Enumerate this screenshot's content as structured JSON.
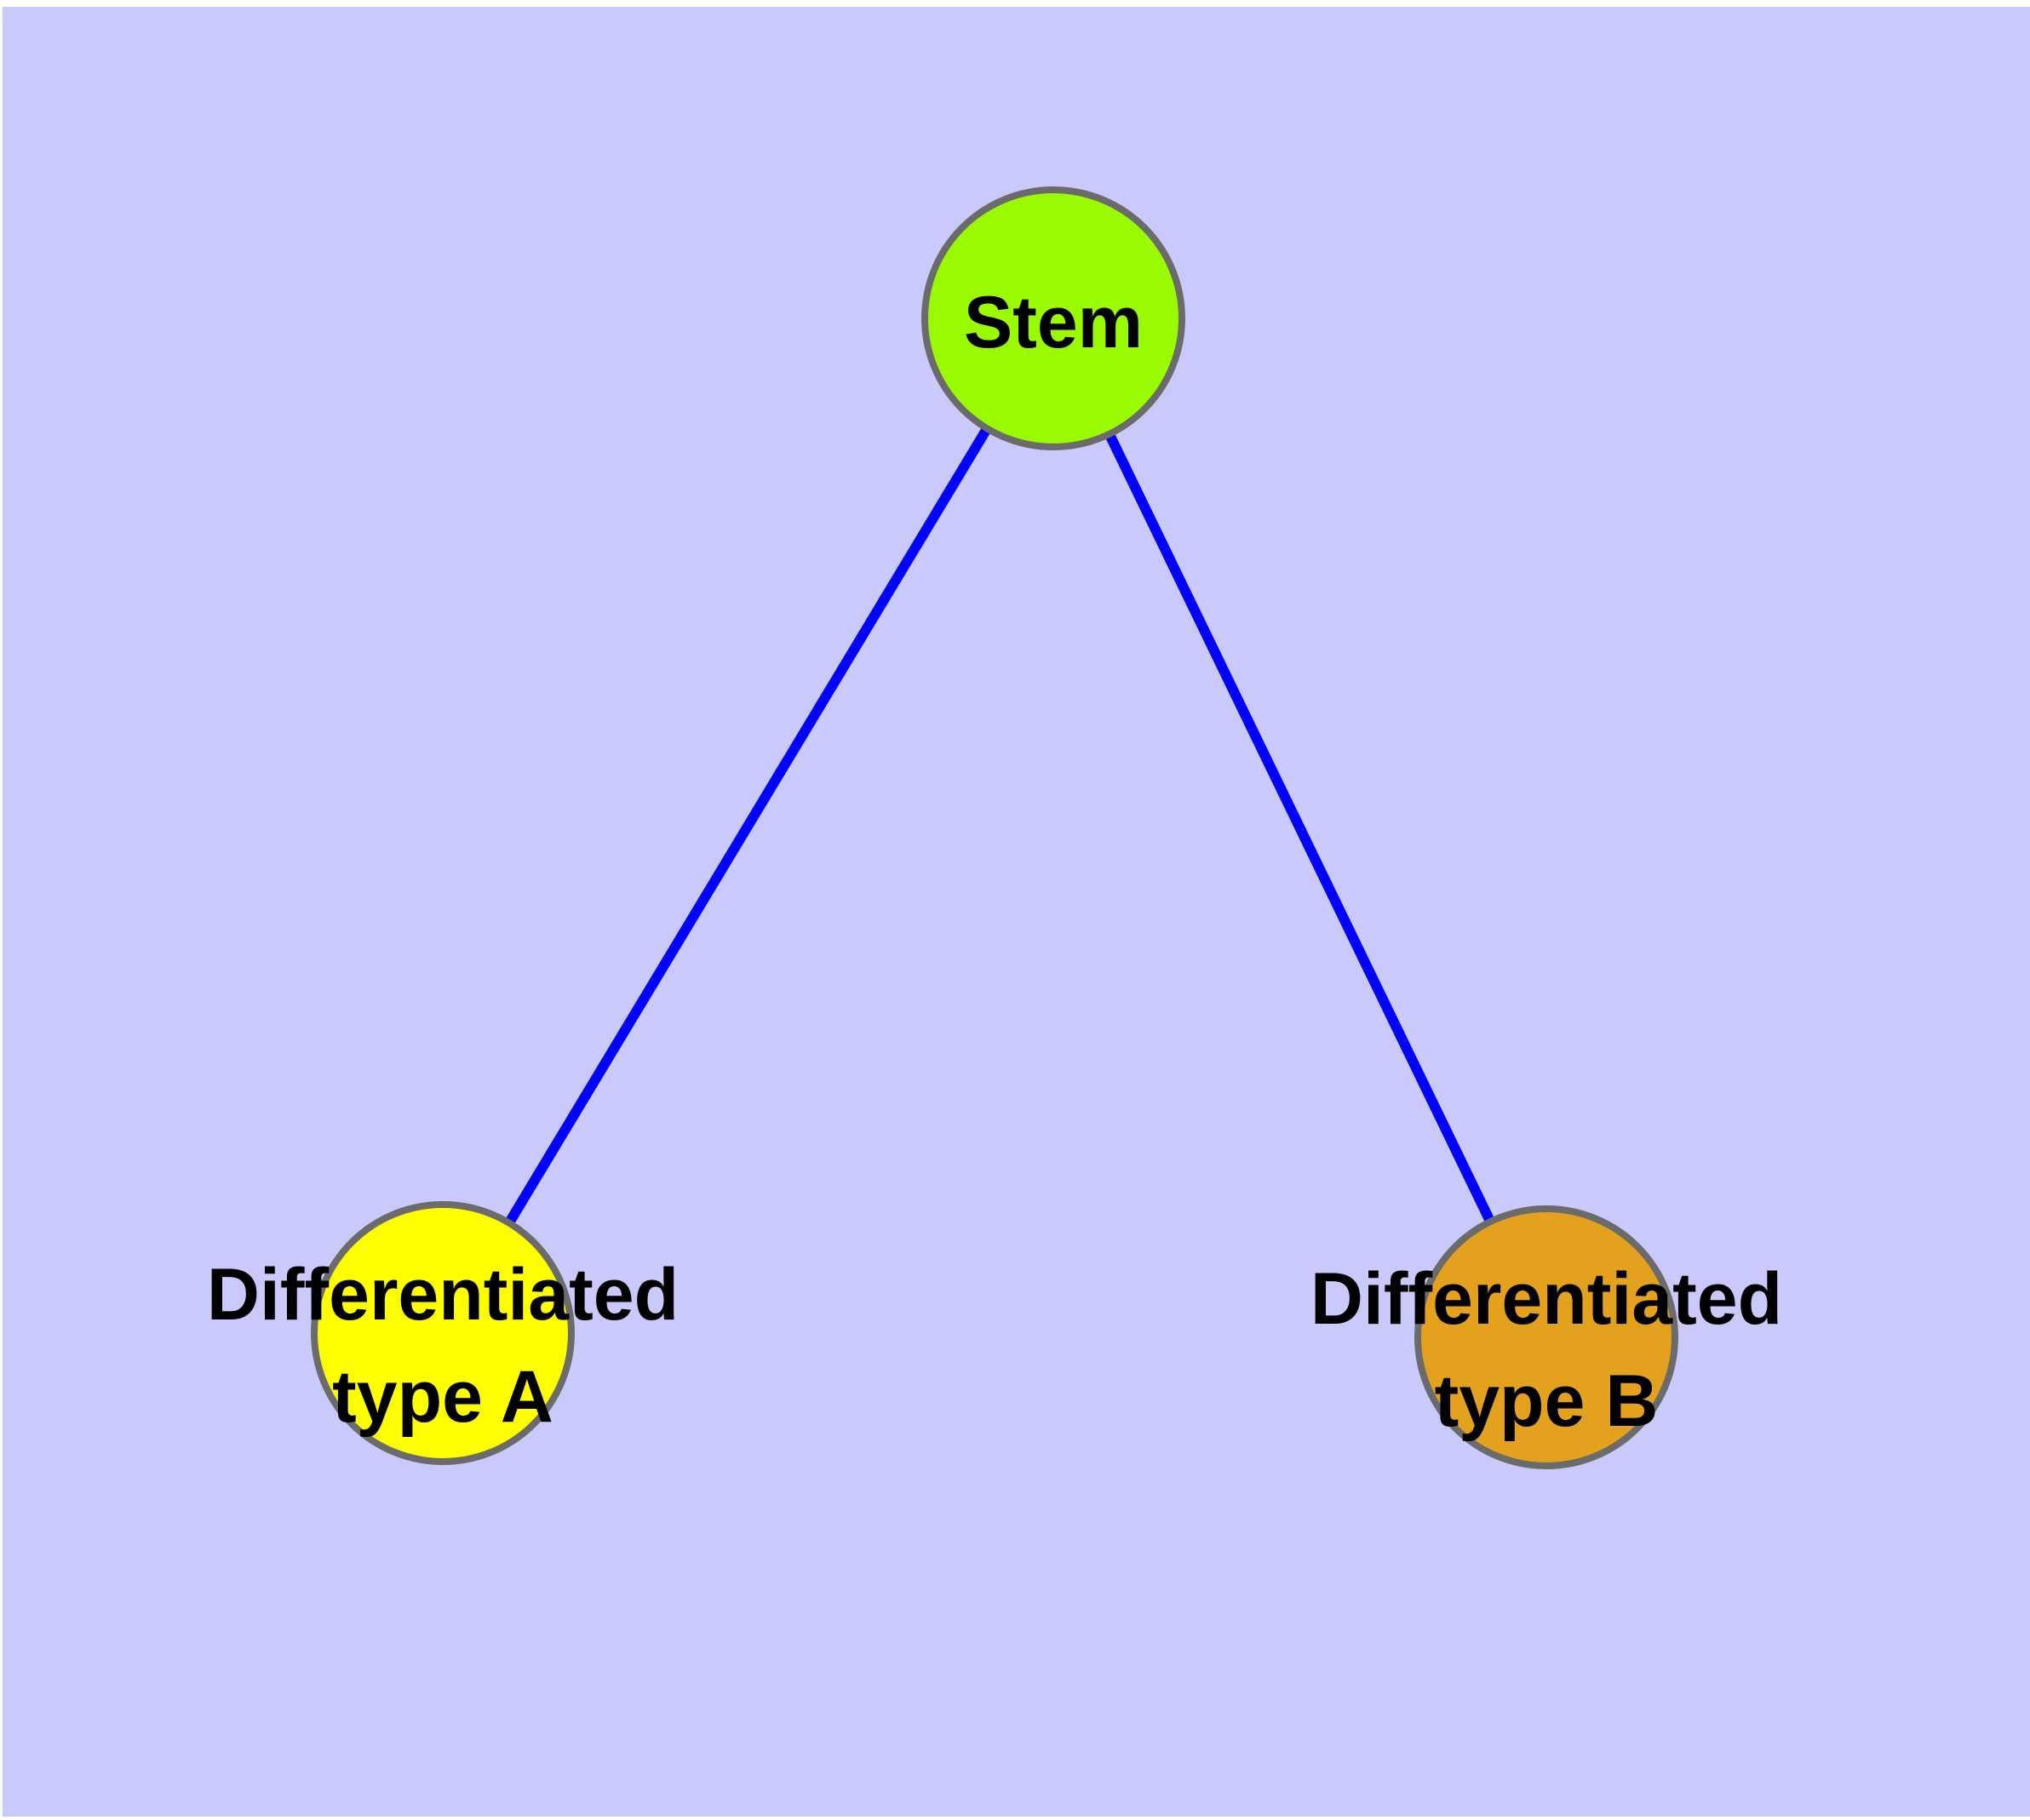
{
  "diagram": {
    "type": "node-link-graph",
    "page_margin_color": "#ffffff",
    "background_color": "#c9c9fb",
    "edge_color": "#0202fa",
    "node_border_color": "#6b6b6b",
    "label_color": "#000000",
    "nodes": {
      "stem": {
        "label": "Stem",
        "fill": "#9afb00"
      },
      "type_a": {
        "label_line1": "Differentiated",
        "label_line2": "type A",
        "fill": "#fefe00"
      },
      "type_b": {
        "label_line1": "Differentiated",
        "label_line2": "type B",
        "fill": "#e4a11e"
      }
    },
    "edges": [
      {
        "from": "Stem",
        "to": "Differentiated type A"
      },
      {
        "from": "Stem",
        "to": "Differentiated type B"
      }
    ]
  }
}
